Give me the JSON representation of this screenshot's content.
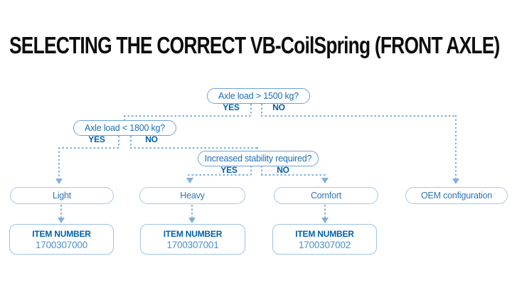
{
  "title": "SELECTING THE CORRECT VB-CoilSpring (FRONT AXLE)",
  "decisions": [
    {
      "question": "Axle load > 1500 kg?",
      "yes_label": "YES",
      "no_label": "NO"
    },
    {
      "question": "Axle load < 1800 kg?",
      "yes_label": "YES",
      "no_label": "NO"
    },
    {
      "question": "Increased stability required?",
      "yes_label": "YES",
      "no_label": "NO"
    }
  ],
  "outcomes": [
    {
      "label": "Light",
      "item_label": "ITEM NUMBER",
      "item_number": "1700307000"
    },
    {
      "label": "Heavy",
      "item_label": "ITEM NUMBER",
      "item_number": "1700307001"
    },
    {
      "label": "Comfort",
      "item_label": "ITEM NUMBER",
      "item_number": "1700307002"
    },
    {
      "label": "OEM configuration"
    }
  ],
  "colors": {
    "title_text": "#0d0d0d",
    "line": "#7fafdf",
    "decision_border": "#6ea2d8",
    "decision_text": "#1b6fb8",
    "yes_no_text": "#0061ac",
    "result_border": "#a9c9ea",
    "result_text": "#2e76b8",
    "item_border": "#9dc3e8",
    "item_label_text": "#0061ac",
    "item_number_text": "#4a90cf"
  }
}
